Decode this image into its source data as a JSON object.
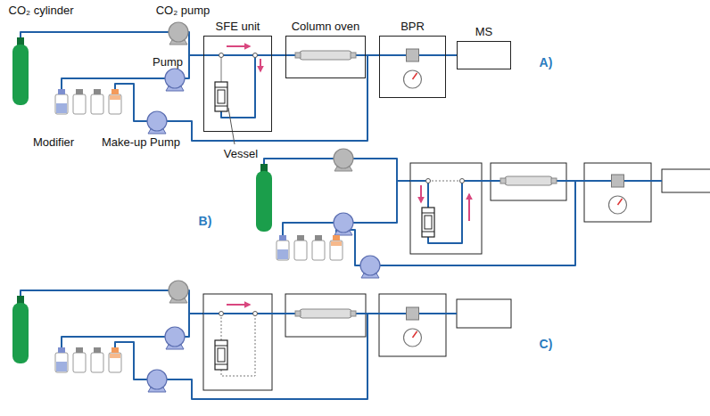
{
  "diagram": {
    "nodes": [
      {
        "text": [
          "SFE unit"
        ]
      },
      {
        "text": [
          "Column oven"
        ]
      },
      {
        "text": [
          "BPR"
        ]
      },
      {
        "text": [
          "MS"
        ]
      }
    ],
    "edges": [
      {
        "from": 0,
        "to": 1,
        "arrow": "none"
      },
      {
        "from": 1,
        "to": 2,
        "arrow": "none"
      },
      {
        "from": 2,
        "to": 3,
        "arrow": "none"
      }
    ],
    "labels": [
      "CO₂ cylinder",
      "CO₂ pump",
      "Pump",
      "Modifier",
      "Make-up Pump",
      "Vessel",
      "A)",
      "B)",
      "C)"
    ]
  }
}
